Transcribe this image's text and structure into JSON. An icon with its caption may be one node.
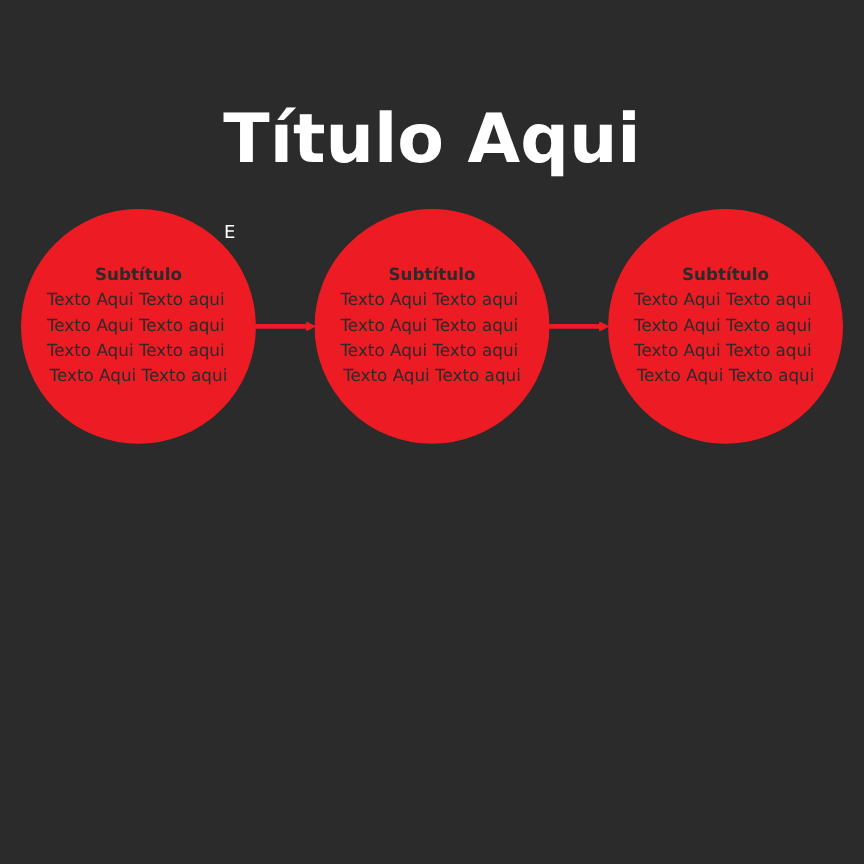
{
  "diagram": {
    "title": "Título Aqui",
    "nodes": [
      {
        "text": [
          "Subtítulo",
          "Texto Aqui Texto aqui Texto Aqui Texto aqui Texto Aqui Texto aqui Texto Aqui Texto aqui"
        ]
      },
      {
        "text": [
          "Subtítulo",
          "Texto Aqui Texto aqui Texto Aqui Texto aqui Texto Aqui Texto aqui Texto Aqui Texto aqui"
        ]
      },
      {
        "text": [
          "Subtítulo",
          "Texto Aqui Texto aqui Texto Aqui Texto aqui Texto Aqui Texto aqui Texto Aqui Texto aqui"
        ]
      }
    ],
    "edges": [
      {
        "from": 0,
        "to": 1,
        "arrow": "to"
      },
      {
        "from": 1,
        "to": 2,
        "arrow": "to"
      }
    ],
    "labels": [
      "E"
    ]
  }
}
